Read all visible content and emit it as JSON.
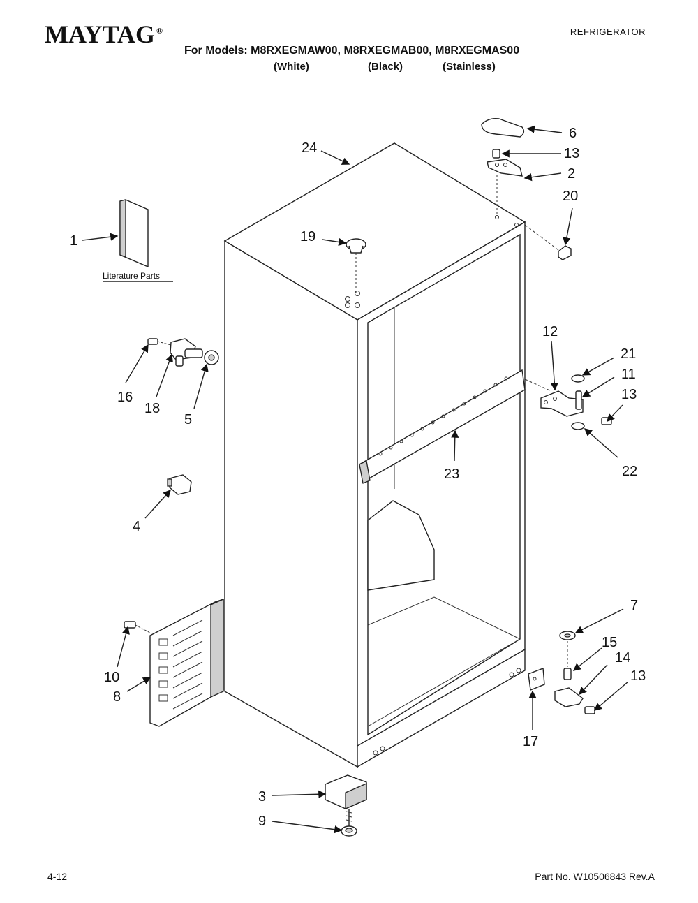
{
  "header": {
    "brand": "MAYTAG",
    "brand_mark": "®",
    "category": "REFRIGERATOR",
    "models_line": "For Models: M8RXEGMAW00, M8RXEGMAB00, M8RXEGMAS00",
    "variants": [
      "(White)",
      "(Black)",
      "(Stainless)"
    ]
  },
  "literature_label": "Literature Parts",
  "callouts": [
    {
      "id": "1",
      "label": "1"
    },
    {
      "id": "2",
      "label": "2"
    },
    {
      "id": "3",
      "label": "3"
    },
    {
      "id": "4",
      "label": "4"
    },
    {
      "id": "5",
      "label": "5"
    },
    {
      "id": "6",
      "label": "6"
    },
    {
      "id": "7",
      "label": "7"
    },
    {
      "id": "8",
      "label": "8"
    },
    {
      "id": "9",
      "label": "9"
    },
    {
      "id": "10",
      "label": "10"
    },
    {
      "id": "11",
      "label": "11"
    },
    {
      "id": "12",
      "label": "12"
    },
    {
      "id": "13a",
      "label": "13"
    },
    {
      "id": "13b",
      "label": "13"
    },
    {
      "id": "13c",
      "label": "13"
    },
    {
      "id": "14",
      "label": "14"
    },
    {
      "id": "15",
      "label": "15"
    },
    {
      "id": "16",
      "label": "16"
    },
    {
      "id": "17",
      "label": "17"
    },
    {
      "id": "18",
      "label": "18"
    },
    {
      "id": "19",
      "label": "19"
    },
    {
      "id": "20",
      "label": "20"
    },
    {
      "id": "21",
      "label": "21"
    },
    {
      "id": "22",
      "label": "22"
    },
    {
      "id": "23",
      "label": "23"
    },
    {
      "id": "24",
      "label": "24"
    }
  ],
  "footer": {
    "page": "4-12",
    "part_no": "Part No. W10506843 Rev.A"
  }
}
